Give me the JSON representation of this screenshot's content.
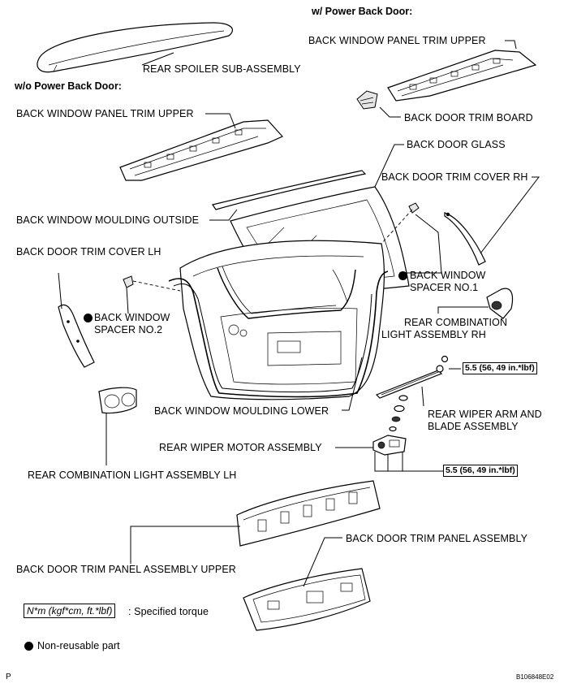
{
  "headers": {
    "with_power": "w/ Power Back Door:",
    "without_power": "w/o Power Back Door:"
  },
  "labels": {
    "rear_spoiler": "REAR SPOILER SUB-ASSEMBLY",
    "bwpt_upper_power": "BACK WINDOW PANEL TRIM UPPER",
    "back_door_trim_board": "BACK DOOR TRIM BOARD",
    "bwpt_upper": "BACK WINDOW PANEL TRIM UPPER",
    "back_door_glass": "BACK DOOR GLASS",
    "trim_cover_rh": "BACK DOOR TRIM COVER RH",
    "moulding_outside": "BACK WINDOW MOULDING OUTSIDE",
    "trim_cover_lh": "BACK DOOR TRIM COVER LH",
    "spacer1_a": "BACK WINDOW",
    "spacer1_b": "SPACER NO.1",
    "spacer2_a": "BACK WINDOW",
    "spacer2_b": "SPACER NO.2",
    "rcl_rh_a": "REAR COMBINATION",
    "rcl_rh_b": "LIGHT ASSEMBLY RH",
    "moulding_lower": "BACK WINDOW MOULDING LOWER",
    "wiper_arm_a": "REAR WIPER ARM AND",
    "wiper_arm_b": "BLADE ASSEMBLY",
    "wiper_motor": "REAR WIPER MOTOR ASSEMBLY",
    "rcl_lh": "REAR COMBINATION LIGHT ASSEMBLY LH",
    "trim_panel": "BACK DOOR TRIM PANEL ASSEMBLY",
    "trim_panel_upper": "BACK DOOR TRIM PANEL ASSEMBLY UPPER"
  },
  "torques": {
    "arm_nut": "5.5 (56, 49 in.*lbf)",
    "motor_bolts": "5.5 (56, 49 in.*lbf)"
  },
  "legend": {
    "torque_box": "N*m (kgf*cm, ft.*lbf)",
    "torque_text": ": Specified torque",
    "non_reusable": "Non-reusable part"
  },
  "footer": {
    "left": "P",
    "right": "B106848E02"
  }
}
